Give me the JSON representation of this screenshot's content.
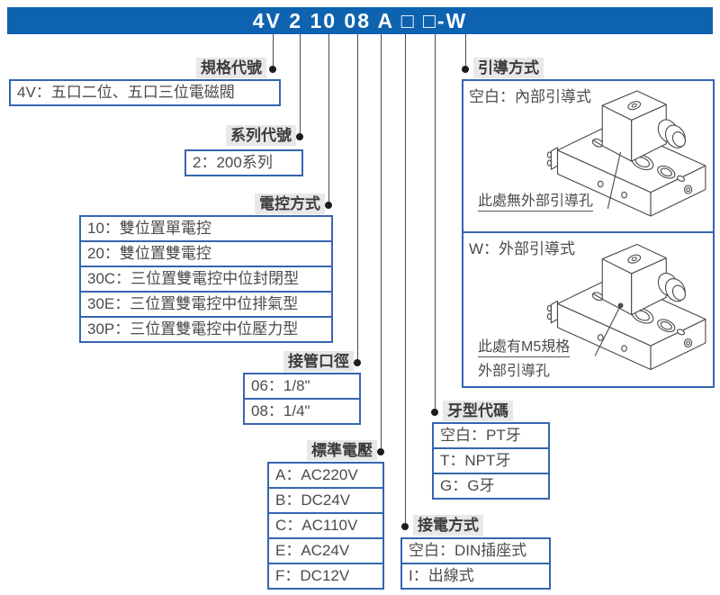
{
  "banner": {
    "model_code": "4V 2 10 08 A □ □-W"
  },
  "colors": {
    "banner_bg": "#0e63b0",
    "box_border": "#3565ae",
    "label_bg": "#e8e8e8",
    "line": "#4d4d4d"
  },
  "sections": {
    "spec": {
      "label": "規格代號",
      "rows": [
        "4V：五口二位、五口三位電磁閥"
      ]
    },
    "series": {
      "label": "系列代號",
      "rows": [
        "2：200系列"
      ]
    },
    "control": {
      "label": "電控方式",
      "rows": [
        "10：雙位置單電控",
        "20：雙位置雙電控",
        "30C：三位置雙電控中位封閉型",
        "30E：三位置雙電控中位排氣型",
        "30P：三位置雙電控中位壓力型"
      ]
    },
    "port": {
      "label": "接管口徑",
      "rows": [
        "06：1/8\"",
        "08：1/4\""
      ]
    },
    "voltage": {
      "label": "標準電壓",
      "rows": [
        "A：AC220V",
        "B：DC24V",
        "C：AC110V",
        "E：AC24V",
        "F：DC12V"
      ]
    },
    "thread": {
      "label": "牙型代碼",
      "rows": [
        "空白：PT牙",
        "T：NPT牙",
        "G：G牙"
      ]
    },
    "wiring": {
      "label": "接電方式",
      "rows": [
        "空白：DIN插座式",
        "I：出線式"
      ]
    },
    "pilot": {
      "label": "引導方式",
      "internal": {
        "caption": "空白：內部引導式",
        "note": "此處無外部引導孔"
      },
      "external": {
        "caption": "W：外部引導式",
        "note_line1": "此處有M5規格",
        "note_line2": "外部引導孔"
      }
    }
  }
}
